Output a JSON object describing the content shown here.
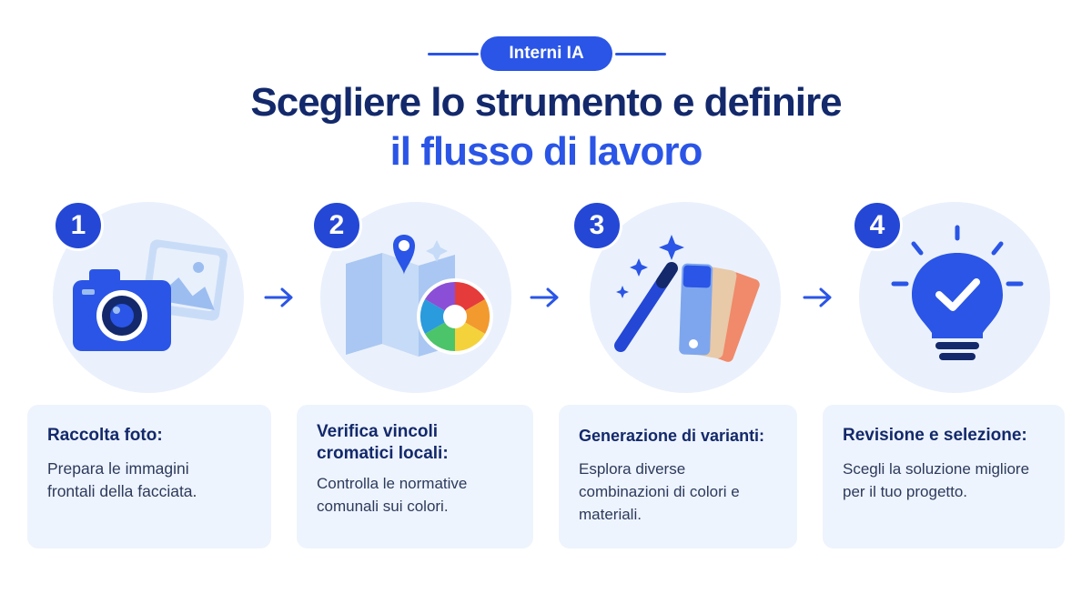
{
  "badge": "Interni IA",
  "title": {
    "line1": "Scegliere lo strumento e definire",
    "line2": "il flusso di lavoro"
  },
  "steps": [
    {
      "number": "1",
      "icon": "camera-photo-icon",
      "title": "Raccolta foto:",
      "text": "Prepara le immagini frontali della facciata."
    },
    {
      "number": "2",
      "icon": "map-color-wheel-icon",
      "title": "Verifica vincoli cromatici locali:",
      "text": "Controlla le normative comunali sui colori."
    },
    {
      "number": "3",
      "icon": "magic-wand-swatches-icon",
      "title": "Generazione di varianti:",
      "text": "Esplora diverse combinazioni di colori e materiali."
    },
    {
      "number": "4",
      "icon": "lightbulb-check-icon",
      "title": "Revisione e selezione:",
      "text": "Scegli la soluzione migliore per il tuo progetto."
    }
  ],
  "colors": {
    "accent": "#2a55e6",
    "title_dark": "#13296b",
    "circle_bg": "#eaf1fc",
    "card_bg": "#eef4fd"
  }
}
